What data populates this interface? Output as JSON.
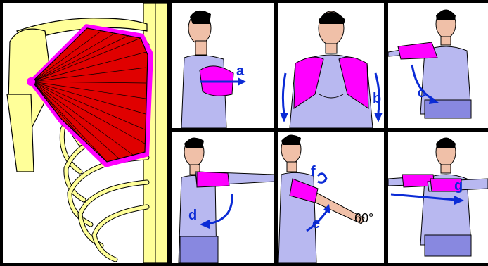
{
  "labels": {
    "a": "a",
    "b": "b",
    "c": "c",
    "d": "d",
    "e": "e",
    "f": "f",
    "g": "g",
    "angle": "60°"
  },
  "colors": {
    "muscle": "#e00000",
    "muscle_edge": "#ff00ff",
    "bone": "#ffff99",
    "bone_outline": "#000000",
    "shirt": "#b8b8f0",
    "shorts": "#8888e0",
    "skin": "#f0c0a8",
    "highlight": "#ff00ff",
    "arrow": "#0b2bd6"
  }
}
